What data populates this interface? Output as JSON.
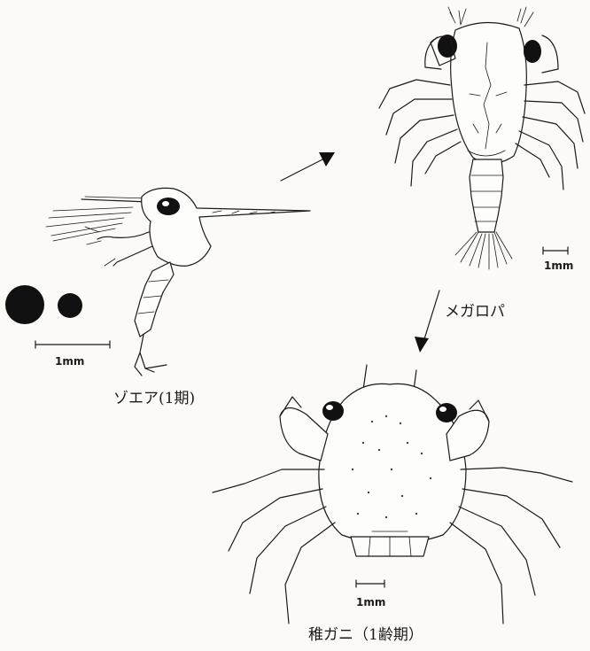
{
  "stages": {
    "zoea": {
      "label": "ゾエア(1期)",
      "scale": "1mm"
    },
    "megalopa": {
      "label": "メガロパ",
      "scale": "1mm"
    },
    "juvenile": {
      "label": "稚ガニ（1齢期）",
      "scale": "1mm"
    }
  },
  "colors": {
    "ink": "#1a1a1a",
    "paper": "#fbfaf6"
  },
  "icons": [
    "arrow-icon",
    "egg-icon"
  ]
}
